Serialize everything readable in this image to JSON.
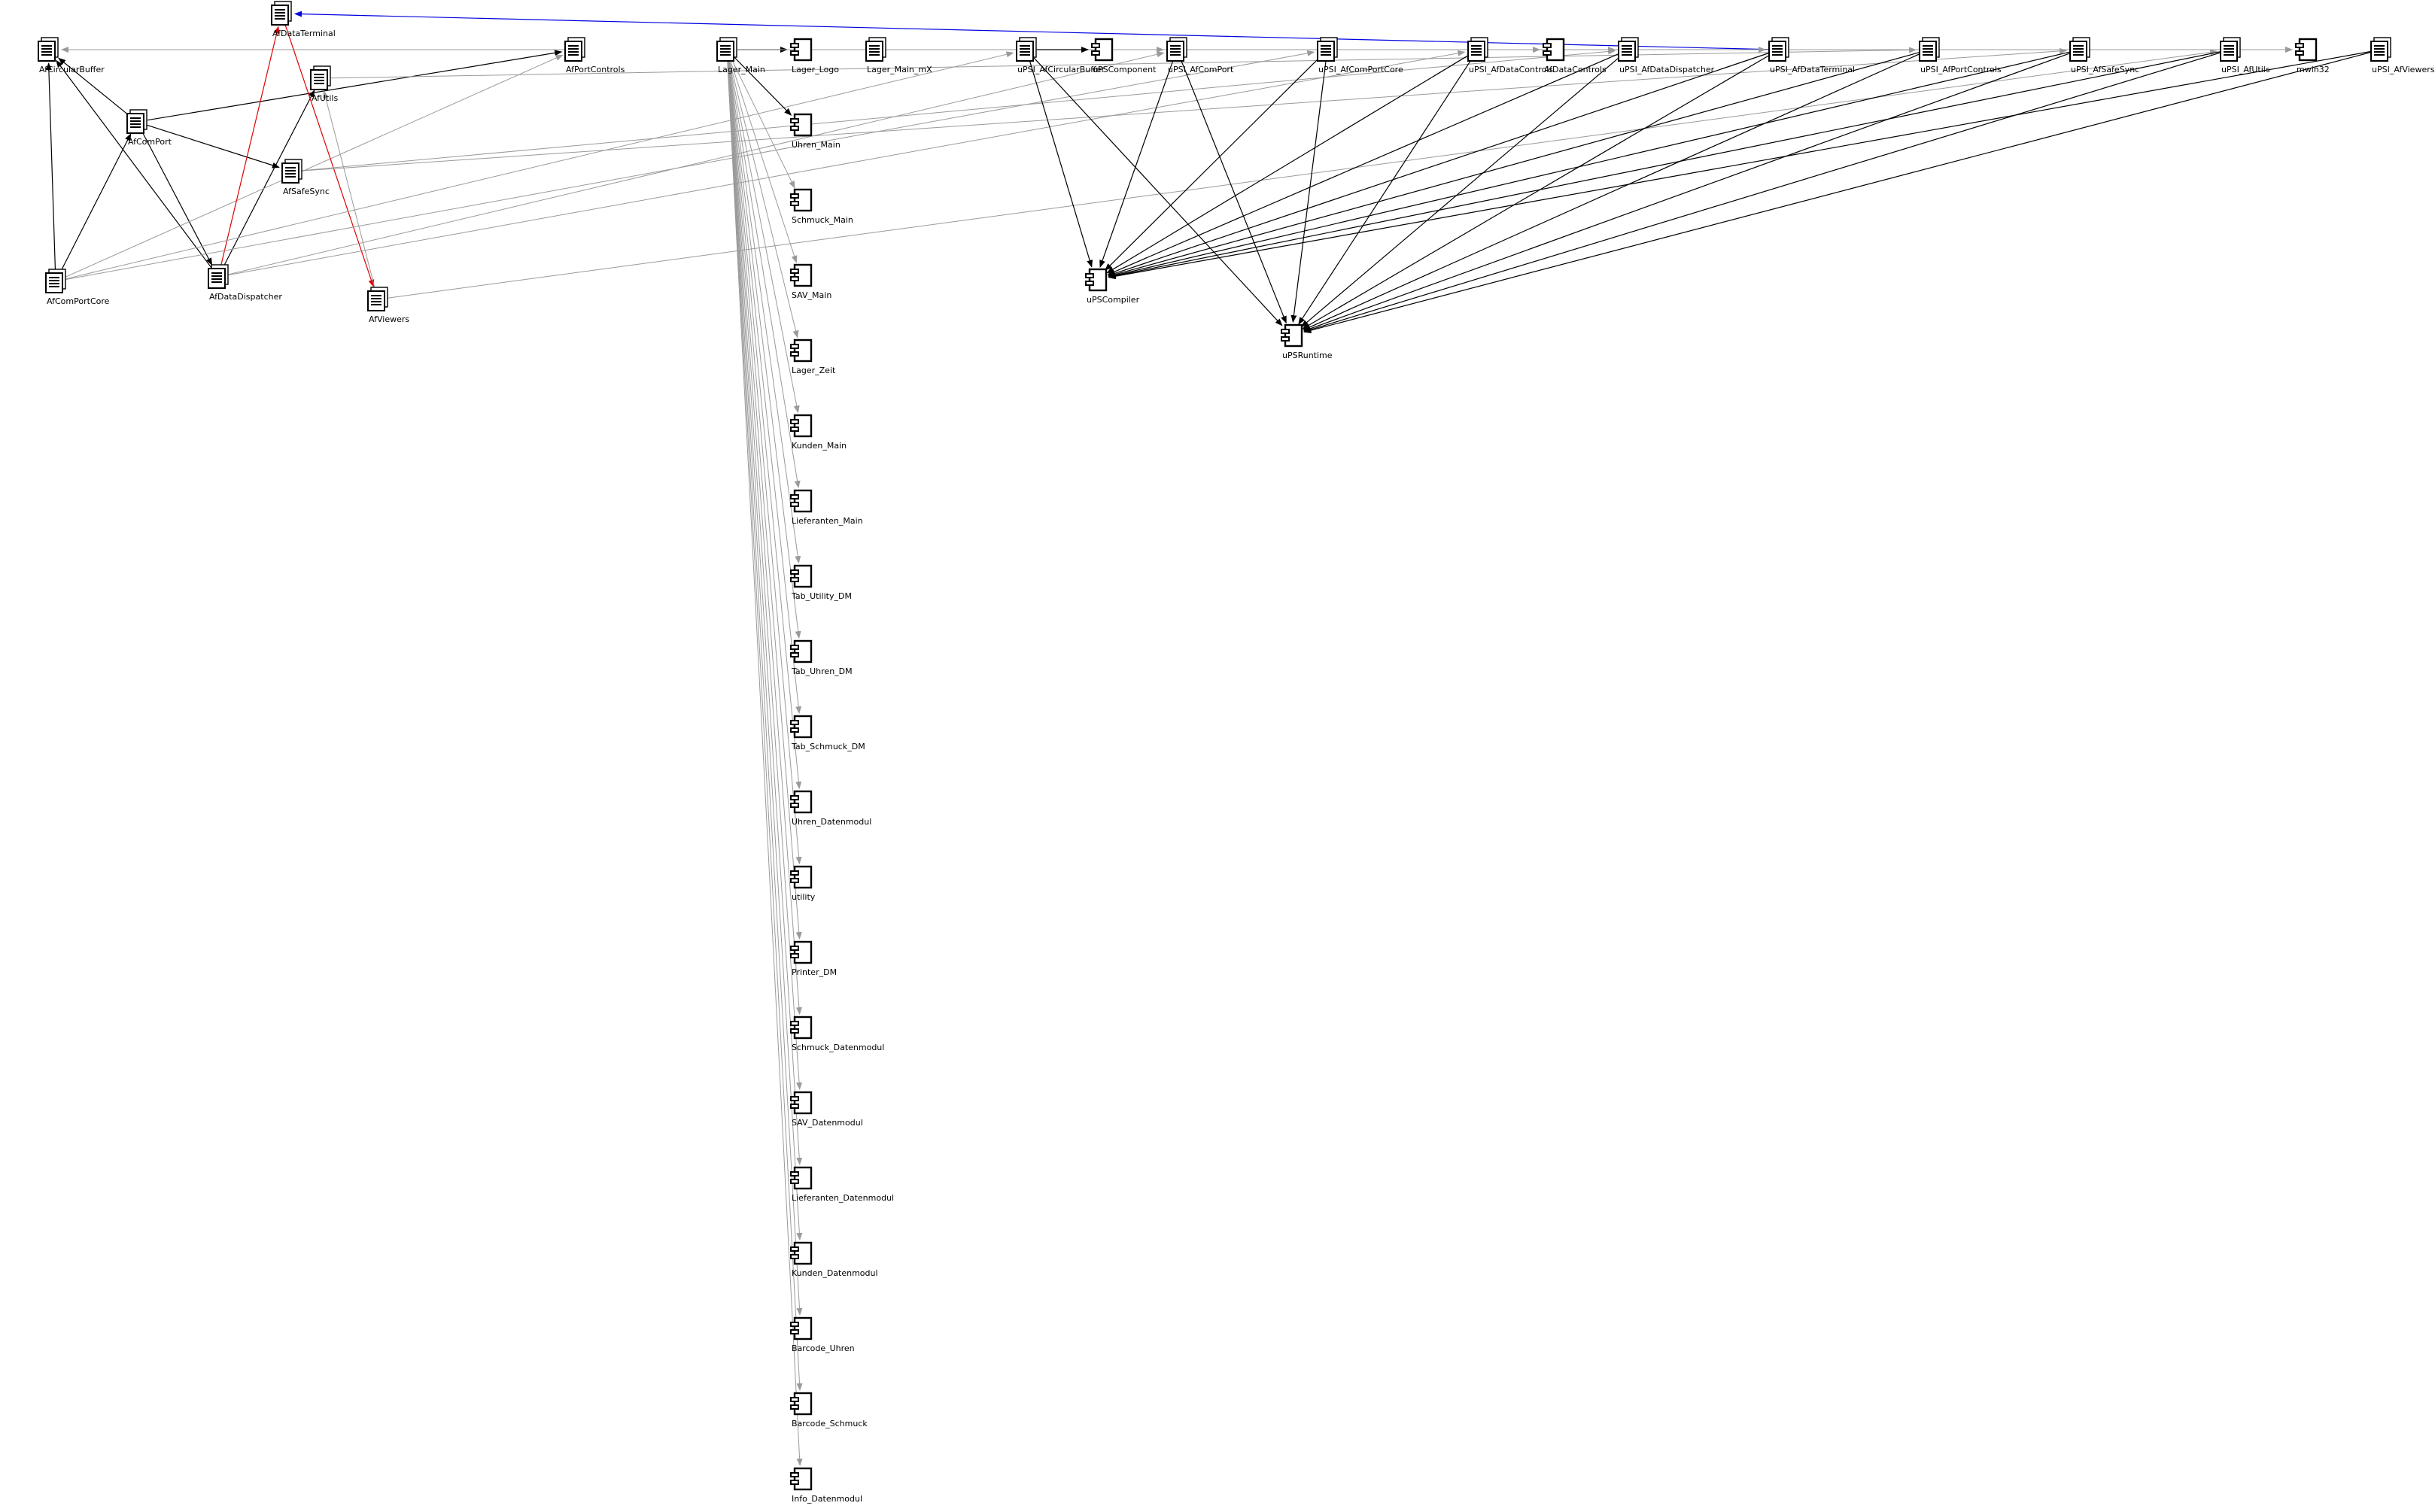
{
  "colors": {
    "background": "#ffffff",
    "edge_dark": "#000000",
    "edge_light": "#9a9a9a",
    "edge_red": "#e00000",
    "edge_blue": "#0000e0",
    "icon_fill": "#ffffff",
    "icon_stroke": "#000000"
  },
  "nodes": [
    {
      "id": "AfCircularBuffer",
      "label": "AfCircularBuffer",
      "kind": "unit"
    },
    {
      "id": "AfDataTerminal",
      "label": "AfDataTerminal",
      "kind": "unit"
    },
    {
      "id": "AfUtils",
      "label": "AfUtils",
      "kind": "unit"
    },
    {
      "id": "AfComPort",
      "label": "AfComPort",
      "kind": "unit"
    },
    {
      "id": "AfSafeSync",
      "label": "AfSafeSync",
      "kind": "unit"
    },
    {
      "id": "AfComPortCore",
      "label": "AfComPortCore",
      "kind": "unit"
    },
    {
      "id": "AfDataDispatcher",
      "label": "AfDataDispatcher",
      "kind": "unit"
    },
    {
      "id": "AfViewers",
      "label": "AfViewers",
      "kind": "unit"
    },
    {
      "id": "AfPortControls",
      "label": "AfPortControls",
      "kind": "unit"
    },
    {
      "id": "Lager_Main",
      "label": "Lager_Main",
      "kind": "unit"
    },
    {
      "id": "Lager_Logo",
      "label": "Lager_Logo",
      "kind": "form"
    },
    {
      "id": "Lager_Main_mX",
      "label": "Lager_Main_mX",
      "kind": "unit"
    },
    {
      "id": "uPSI_AfCircularBuffer",
      "label": "uPSI_AfCircularBuffer",
      "kind": "unit"
    },
    {
      "id": "uPSComponent",
      "label": "uPSComponent",
      "kind": "form"
    },
    {
      "id": "uPSI_AfComPort",
      "label": "uPSI_AfComPort",
      "kind": "unit"
    },
    {
      "id": "uPSI_AfComPortCore",
      "label": "uPSI_AfComPortCore",
      "kind": "unit"
    },
    {
      "id": "uPSI_AfDataControls",
      "label": "uPSI_AfDataControls",
      "kind": "unit"
    },
    {
      "id": "AfDataControls",
      "label": "AfDataControls",
      "kind": "form"
    },
    {
      "id": "uPSI_AfDataDispatcher",
      "label": "uPSI_AfDataDispatcher",
      "kind": "unit"
    },
    {
      "id": "uPSI_AfDataTerminal",
      "label": "uPSI_AfDataTerminal",
      "kind": "unit"
    },
    {
      "id": "uPSI_AfPortControls",
      "label": "uPSI_AfPortControls",
      "kind": "unit"
    },
    {
      "id": "uPSI_AfSafeSync",
      "label": "uPSI_AfSafeSync",
      "kind": "unit"
    },
    {
      "id": "uPSI_AfUtils",
      "label": "uPSI_AfUtils",
      "kind": "unit"
    },
    {
      "id": "mwin32",
      "label": "mwin32",
      "kind": "form"
    },
    {
      "id": "uPSI_AfViewers",
      "label": "uPSI_AfViewers",
      "kind": "unit"
    },
    {
      "id": "Uhren_Main",
      "label": "Uhren_Main",
      "kind": "form"
    },
    {
      "id": "Schmuck_Main",
      "label": "Schmuck_Main",
      "kind": "form"
    },
    {
      "id": "SAV_Main",
      "label": "SAV_Main",
      "kind": "form"
    },
    {
      "id": "Lager_Zeit",
      "label": "Lager_Zeit",
      "kind": "form"
    },
    {
      "id": "Kunden_Main",
      "label": "Kunden_Main",
      "kind": "form"
    },
    {
      "id": "Lieferanten_Main",
      "label": "Lieferanten_Main",
      "kind": "form"
    },
    {
      "id": "Tab_Utility_DM",
      "label": "Tab_Utility_DM",
      "kind": "form"
    },
    {
      "id": "Tab_Uhren_DM",
      "label": "Tab_Uhren_DM",
      "kind": "form"
    },
    {
      "id": "Tab_Schmuck_DM",
      "label": "Tab_Schmuck_DM",
      "kind": "form"
    },
    {
      "id": "Uhren_Datenmodul",
      "label": "Uhren_Datenmodul",
      "kind": "form"
    },
    {
      "id": "utility",
      "label": "utility",
      "kind": "form"
    },
    {
      "id": "Printer_DM",
      "label": "Printer_DM",
      "kind": "form"
    },
    {
      "id": "Schmuck_Datenmodul",
      "label": "Schmuck_Datenmodul",
      "kind": "form"
    },
    {
      "id": "SAV_Datenmodul",
      "label": "SAV_Datenmodul",
      "kind": "form"
    },
    {
      "id": "Lieferanten_Datenmodul",
      "label": "Lieferanten_Datenmodul",
      "kind": "form"
    },
    {
      "id": "Kunden_Datenmodul",
      "label": "Kunden_Datenmodul",
      "kind": "form"
    },
    {
      "id": "Barcode_Uhren",
      "label": "Barcode_Uhren",
      "kind": "form"
    },
    {
      "id": "Barcode_Schmuck",
      "label": "Barcode_Schmuck",
      "kind": "form"
    },
    {
      "id": "Info_Datenmodul",
      "label": "Info_Datenmodul",
      "kind": "form"
    },
    {
      "id": "uPSCompiler",
      "label": "uPSCompiler",
      "kind": "form"
    },
    {
      "id": "uPSRuntime",
      "label": "uPSRuntime",
      "kind": "form"
    }
  ],
  "edges": [
    {
      "from": "AfComPort",
      "to": "AfCircularBuffer",
      "style": "dark"
    },
    {
      "from": "AfComPortCore",
      "to": "AfCircularBuffer",
      "style": "dark"
    },
    {
      "from": "AfDataDispatcher",
      "to": "AfCircularBuffer",
      "style": "dark"
    },
    {
      "from": "AfPortControls",
      "to": "AfCircularBuffer",
      "style": "light"
    },
    {
      "from": "AfComPortCore",
      "to": "AfComPort",
      "style": "dark"
    },
    {
      "from": "AfComPort",
      "to": "AfSafeSync",
      "style": "dark"
    },
    {
      "from": "AfComPort",
      "to": "AfDataDispatcher",
      "style": "dark"
    },
    {
      "from": "AfComPort",
      "to": "AfPortControls",
      "style": "dark"
    },
    {
      "from": "AfDataDispatcher",
      "to": "AfUtils",
      "style": "dark"
    },
    {
      "from": "AfComPortCore",
      "to": "AfPortControls",
      "style": "light"
    },
    {
      "from": "AfDataDispatcher",
      "to": "AfDataTerminal",
      "style": "red"
    },
    {
      "from": "AfDataTerminal",
      "to": "AfViewers",
      "style": "red"
    },
    {
      "from": "uPSI_AfDataTerminal",
      "to": "AfDataTerminal",
      "style": "blue"
    },
    {
      "from": "AfViewers",
      "to": "AfUtils",
      "style": "light"
    },
    {
      "from": "AfViewers",
      "to": "uPSI_AfUtils",
      "style": "light"
    },
    {
      "from": "AfSafeSync",
      "to": "uPSI_AfDataDispatcher",
      "style": "light"
    },
    {
      "from": "AfDataDispatcher",
      "to": "uPSI_AfComPort",
      "style": "light"
    },
    {
      "from": "AfComPortCore",
      "to": "uPSI_AfCircularBuffer",
      "style": "light"
    },
    {
      "from": "AfComPortCore",
      "to": "uPSI_AfComPortCore",
      "style": "light"
    },
    {
      "from": "AfDataDispatcher",
      "to": "uPSI_AfDataControls",
      "style": "light"
    },
    {
      "from": "AfSafeSync",
      "to": "uPSI_AfSafeSync",
      "style": "light"
    },
    {
      "from": "AfUtils",
      "to": "uPSI_AfPortControls",
      "style": "light"
    },
    {
      "from": "Lager_Main",
      "to": "Lager_Logo",
      "style": "dark"
    },
    {
      "from": "Lager_Main",
      "to": "Uhren_Main",
      "style": "dark"
    },
    {
      "from": "Lager_Main",
      "to": "Schmuck_Main",
      "style": "light"
    },
    {
      "from": "Lager_Main",
      "to": "SAV_Main",
      "style": "light"
    },
    {
      "from": "Lager_Main",
      "to": "Lager_Zeit",
      "style": "light"
    },
    {
      "from": "Lager_Main",
      "to": "Kunden_Main",
      "style": "light"
    },
    {
      "from": "Lager_Main",
      "to": "Lieferanten_Main",
      "style": "light"
    },
    {
      "from": "Lager_Main",
      "to": "Tab_Utility_DM",
      "style": "light"
    },
    {
      "from": "Lager_Main",
      "to": "Tab_Uhren_DM",
      "style": "light"
    },
    {
      "from": "Lager_Main",
      "to": "Tab_Schmuck_DM",
      "style": "light"
    },
    {
      "from": "Lager_Main",
      "to": "Uhren_Datenmodul",
      "style": "light"
    },
    {
      "from": "Lager_Main",
      "to": "utility",
      "style": "light"
    },
    {
      "from": "Lager_Main",
      "to": "Printer_DM",
      "style": "light"
    },
    {
      "from": "Lager_Main",
      "to": "Schmuck_Datenmodul",
      "style": "light"
    },
    {
      "from": "Lager_Main",
      "to": "SAV_Datenmodul",
      "style": "light"
    },
    {
      "from": "Lager_Main",
      "to": "Lieferanten_Datenmodul",
      "style": "light"
    },
    {
      "from": "Lager_Main",
      "to": "Kunden_Datenmodul",
      "style": "light"
    },
    {
      "from": "Lager_Main",
      "to": "Barcode_Uhren",
      "style": "light"
    },
    {
      "from": "Lager_Main",
      "to": "Barcode_Schmuck",
      "style": "light"
    },
    {
      "from": "Lager_Main",
      "to": "Info_Datenmodul",
      "style": "light"
    },
    {
      "from": "Lager_Main",
      "to": "mwin32",
      "style": "light"
    },
    {
      "from": "Lager_Main",
      "to": "uPSI_AfDataDispatcher",
      "style": "light"
    },
    {
      "from": "Lager_Main",
      "to": "uPSI_AfDataTerminal",
      "style": "light"
    },
    {
      "from": "Lager_Main",
      "to": "uPSI_AfComPort",
      "style": "light"
    },
    {
      "from": "uPSI_AfCircularBuffer",
      "to": "uPSComponent",
      "style": "dark"
    },
    {
      "from": "uPSI_AfCircularBuffer",
      "to": "uPSCompiler",
      "style": "dark"
    },
    {
      "from": "uPSI_AfCircularBuffer",
      "to": "uPSRuntime",
      "style": "dark"
    },
    {
      "from": "uPSI_AfComPort",
      "to": "uPSCompiler",
      "style": "dark"
    },
    {
      "from": "uPSI_AfComPort",
      "to": "uPSRuntime",
      "style": "dark"
    },
    {
      "from": "uPSI_AfComPortCore",
      "to": "uPSCompiler",
      "style": "dark"
    },
    {
      "from": "uPSI_AfComPortCore",
      "to": "uPSRuntime",
      "style": "dark"
    },
    {
      "from": "uPSI_AfDataControls",
      "to": "uPSCompiler",
      "style": "dark"
    },
    {
      "from": "uPSI_AfDataControls",
      "to": "uPSRuntime",
      "style": "dark"
    },
    {
      "from": "uPSI_AfDataControls",
      "to": "AfDataControls",
      "style": "light"
    },
    {
      "from": "uPSI_AfDataDispatcher",
      "to": "uPSCompiler",
      "style": "dark"
    },
    {
      "from": "uPSI_AfDataDispatcher",
      "to": "uPSRuntime",
      "style": "dark"
    },
    {
      "from": "uPSI_AfDataTerminal",
      "to": "uPSCompiler",
      "style": "dark"
    },
    {
      "from": "uPSI_AfDataTerminal",
      "to": "uPSRuntime",
      "style": "dark"
    },
    {
      "from": "uPSI_AfPortControls",
      "to": "uPSCompiler",
      "style": "dark"
    },
    {
      "from": "uPSI_AfPortControls",
      "to": "uPSRuntime",
      "style": "dark"
    },
    {
      "from": "uPSI_AfSafeSync",
      "to": "uPSCompiler",
      "style": "dark"
    },
    {
      "from": "uPSI_AfSafeSync",
      "to": "uPSRuntime",
      "style": "dark"
    },
    {
      "from": "uPSI_AfUtils",
      "to": "uPSCompiler",
      "style": "dark"
    },
    {
      "from": "uPSI_AfUtils",
      "to": "uPSRuntime",
      "style": "dark"
    },
    {
      "from": "uPSI_AfUtils",
      "to": "mwin32",
      "style": "light"
    },
    {
      "from": "uPSI_AfViewers",
      "to": "uPSCompiler",
      "style": "dark"
    },
    {
      "from": "uPSI_AfViewers",
      "to": "uPSRuntime",
      "style": "dark"
    }
  ]
}
